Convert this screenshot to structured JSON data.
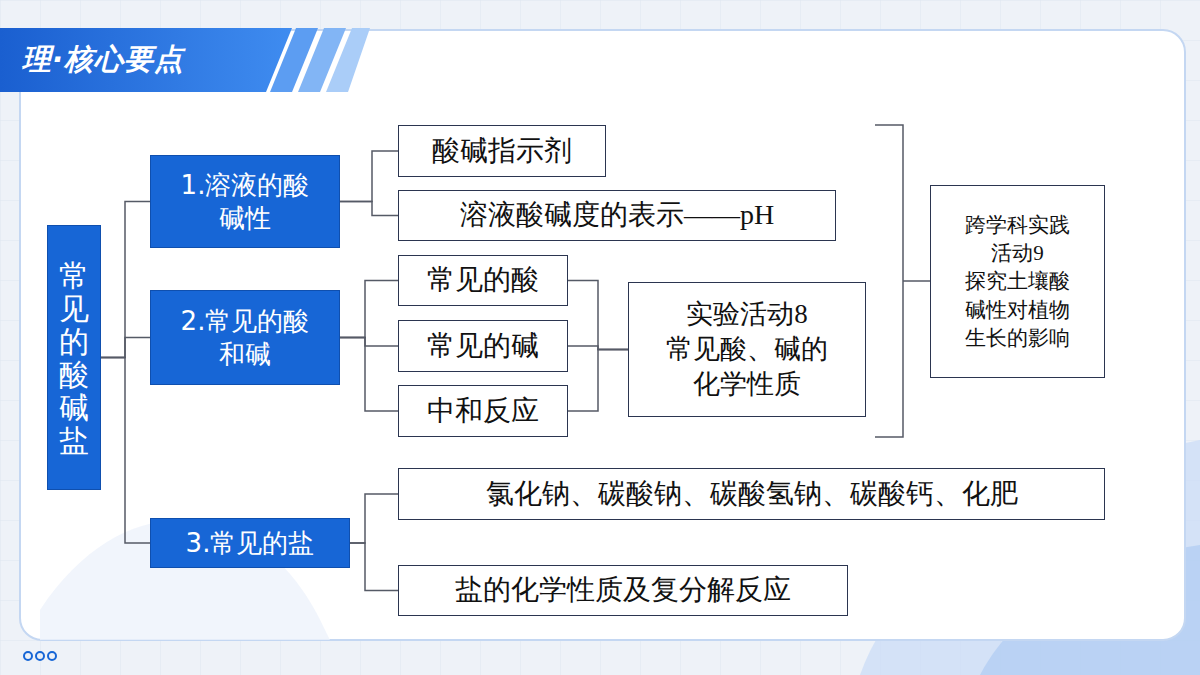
{
  "diagram": {
    "title": "理·核心要点",
    "nodes": [
      {
        "text": [
          "常见的酸碱盐"
        ]
      },
      {
        "text": [
          "1.溶液的酸 碱性"
        ]
      },
      {
        "text": [
          "2.常见的酸 和碱"
        ]
      },
      {
        "text": [
          "3.常见的盐"
        ]
      },
      {
        "text": [
          "酸碱指示剂"
        ]
      },
      {
        "text": [
          "溶液酸碱度的表示——pH"
        ]
      },
      {
        "text": [
          "常见的酸"
        ]
      },
      {
        "text": [
          "常见的碱"
        ]
      },
      {
        "text": [
          "中和反应"
        ]
      },
      {
        "text": [
          "实验活动8 常见酸、碱的 化学性质"
        ]
      },
      {
        "text": [
          "跨学科实践 活动9 探究土壤酸 碱性对植物 生长的影响"
        ]
      },
      {
        "text": [
          "氯化钠、碳酸钠、碳酸氢钠、碳酸钙、化肥"
        ]
      },
      {
        "text": [
          "盐的化学性质及复分解反应"
        ]
      }
    ],
    "edges": [
      {
        "from": 0,
        "to": 1,
        "arrow": "none"
      },
      {
        "from": 0,
        "to": 2,
        "arrow": "none"
      },
      {
        "from": 0,
        "to": 3,
        "arrow": "none"
      },
      {
        "from": 1,
        "to": 4,
        "arrow": "none"
      },
      {
        "from": 1,
        "to": 5,
        "arrow": "none"
      },
      {
        "from": 2,
        "to": 6,
        "arrow": "none"
      },
      {
        "from": 2,
        "to": 7,
        "arrow": "none"
      },
      {
        "from": 2,
        "to": 8,
        "arrow": "none"
      },
      {
        "from": 6,
        "to": 9,
        "arrow": "none"
      },
      {
        "from": 7,
        "to": 9,
        "arrow": "none"
      },
      {
        "from": 8,
        "to": 9,
        "arrow": "none"
      },
      {
        "from": 3,
        "to": 11,
        "arrow": "none"
      },
      {
        "from": 3,
        "to": 12,
        "arrow": "none"
      }
    ]
  }
}
